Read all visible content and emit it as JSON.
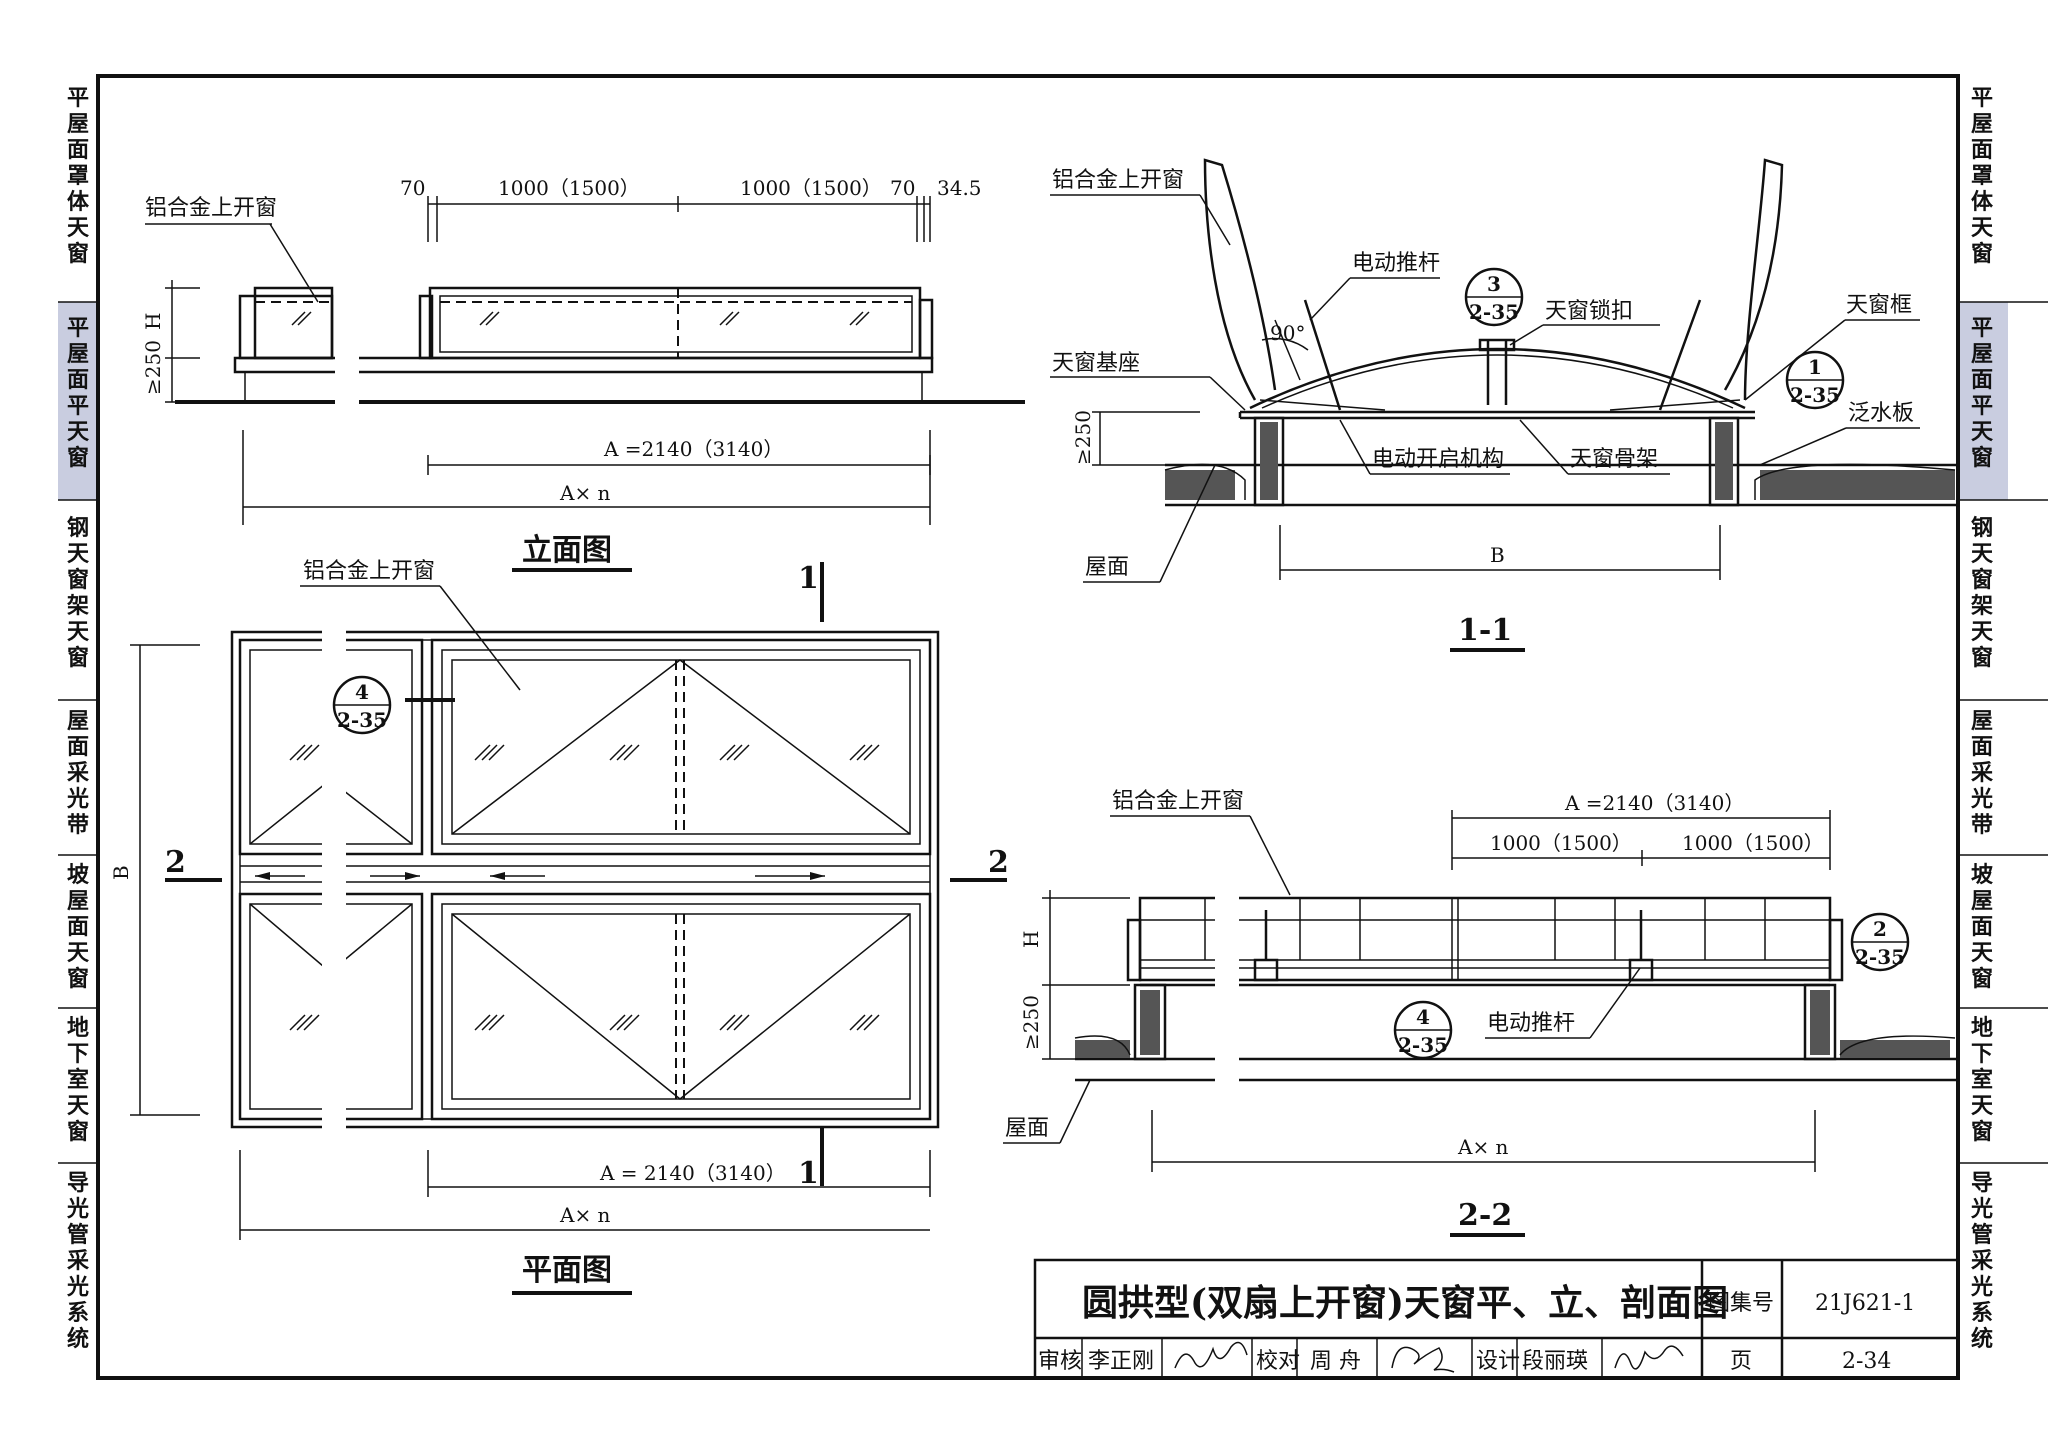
{
  "side_tabs": [
    "平屋面罩体天窗",
    "平屋面平天窗",
    "钢天窗架天窗",
    "屋面采光带",
    "坡屋面天窗",
    "地下室天窗",
    "导光管采光系统"
  ],
  "active_tab_index": 1,
  "colors": {
    "active_tab": "#c9cde0",
    "line": "#111111"
  },
  "elevation": {
    "title": "立面图",
    "label_window": "铝合金上开窗",
    "dim_70_left": "70",
    "dim_seg_1": "1000（1500）",
    "dim_seg_2": "1000（1500）",
    "dim_70_right": "70",
    "dim_34_5": "34.5",
    "dim_H": "H",
    "dim_250": "≥250",
    "dim_A": "A =2140（3140）",
    "dim_An": "A× n"
  },
  "plan": {
    "title": "平面图",
    "label_window": "铝合金上开窗",
    "cut_1_top": "1",
    "cut_1_bottom": "1",
    "cut_2_left": "2",
    "cut_2_right": "2",
    "dim_B": "B",
    "dim_A": "A = 2140（3140）",
    "dim_An": "A× n",
    "detail_ref": {
      "num": "4",
      "page": "2-35"
    }
  },
  "section_1_1": {
    "title": "1-1",
    "label_window": "铝合金上开窗",
    "label_actuator": "电动推杆",
    "label_lock": "天窗锁扣",
    "label_frame": "天窗框",
    "label_base": "天窗基座",
    "label_flashing": "泛水板",
    "label_mechanism": "电动开启机构",
    "label_skeleton": "天窗骨架",
    "label_roof": "屋面",
    "angle": "90°",
    "dim_250": "≥250",
    "dim_B": "B",
    "detail_ref_3": {
      "num": "3",
      "page": "2-35"
    },
    "detail_ref_1": {
      "num": "1",
      "page": "2-35"
    }
  },
  "section_2_2": {
    "title": "2-2",
    "label_window": "铝合金上开窗",
    "label_actuator": "电动推杆",
    "label_roof": "屋面",
    "dim_A": "A =2140（3140）",
    "dim_seg_1": "1000（1500）",
    "dim_seg_2": "1000（1500）",
    "dim_H": "H",
    "dim_250": "≥250",
    "dim_An": "A× n",
    "detail_ref_2": {
      "num": "2",
      "page": "2-35"
    },
    "detail_ref_4": {
      "num": "4",
      "page": "2-35"
    }
  },
  "title_block": {
    "title": "圆拱型(双扇上开窗)天窗平、立、剖面图",
    "atlas_label": "图集号",
    "atlas_no": "21J621-1",
    "review_label": "审核",
    "reviewer": "李正刚",
    "check_label": "校对",
    "checker": "周 舟",
    "design_label": "设计",
    "designer": "段丽瑛",
    "page_label": "页",
    "page_no": "2-34"
  }
}
